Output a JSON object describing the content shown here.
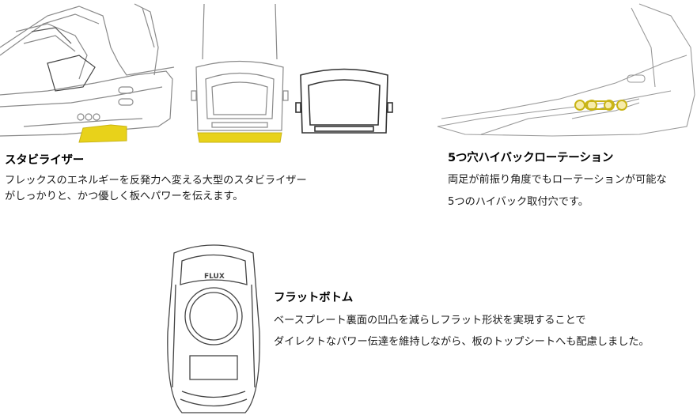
{
  "sections": [
    {
      "id": "stabilizer",
      "title": "スタビライザー",
      "lines": [
        "フレックスのエネルギーを反発力へ変える大型のスタビライザー",
        "がしっかりと、かつ優しく板へパワーを伝えます。"
      ]
    },
    {
      "id": "highback",
      "title": "5つ穴ハイバックローテーション",
      "lines": [
        "両足が前振り角度でもローテーションが可能な",
        "5つのハイバック取付穴です。"
      ]
    },
    {
      "id": "flat-bottom",
      "title": "フラットボトム",
      "lines": [
        "ベースプレート裏面の凹凸を減らしフラット形状を実現することで",
        "ダイレクトなパワー伝達を維持しながら、板のトップシートへも配慮しました。"
      ]
    }
  ],
  "logos": {
    "binding_brand": "FLUX"
  },
  "colors": {
    "accent_yellow": "#e8d21a",
    "line_gray": "#9a9a9a",
    "line_dark": "#333333"
  }
}
